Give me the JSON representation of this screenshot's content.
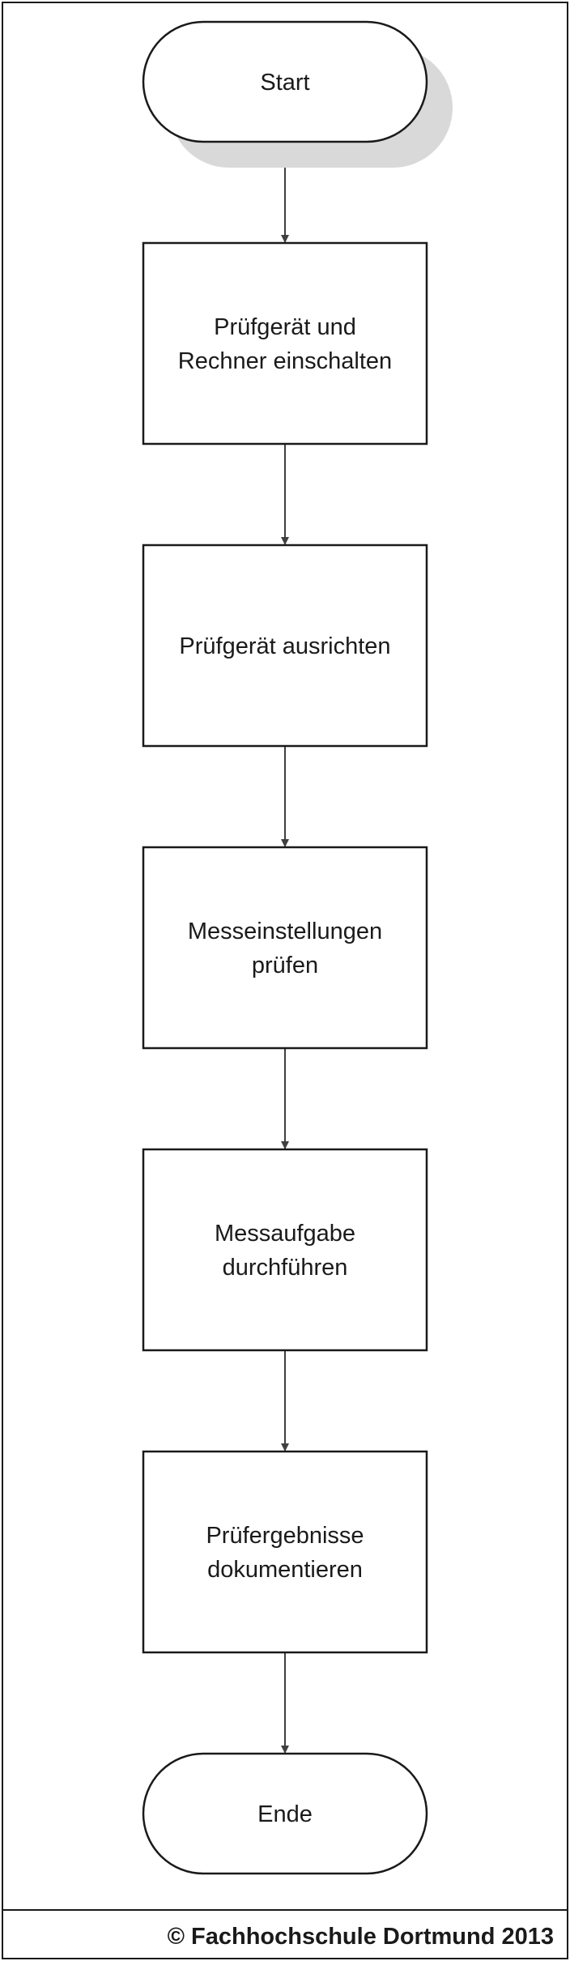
{
  "flowchart": {
    "nodes": [
      {
        "id": "start",
        "shape": "terminator",
        "lines": [
          "Start"
        ],
        "shadow": true
      },
      {
        "id": "step-1",
        "shape": "process",
        "lines": [
          "Prüfgerät und",
          "Rechner einschalten"
        ]
      },
      {
        "id": "step-2",
        "shape": "process",
        "lines": [
          "Prüfgerät ausrichten"
        ]
      },
      {
        "id": "step-3",
        "shape": "process",
        "lines": [
          "Messeinstellungen",
          "prüfen"
        ]
      },
      {
        "id": "step-4",
        "shape": "process",
        "lines": [
          "Messaufgabe",
          "durchführen"
        ]
      },
      {
        "id": "step-5",
        "shape": "process",
        "lines": [
          "Prüfergebnisse",
          "dokumentieren"
        ]
      },
      {
        "id": "end",
        "shape": "terminator",
        "lines": [
          "Ende"
        ]
      }
    ],
    "edges": [
      {
        "from": "start",
        "to": "step-1"
      },
      {
        "from": "step-1",
        "to": "step-2"
      },
      {
        "from": "step-2",
        "to": "step-3"
      },
      {
        "from": "step-3",
        "to": "step-4"
      },
      {
        "from": "step-4",
        "to": "step-5"
      },
      {
        "from": "step-5",
        "to": "end"
      }
    ]
  },
  "footer": {
    "copyright": "© Fachhochschule Dortmund 2013"
  },
  "colors": {
    "stroke": "#1a1a1a",
    "shadow": "#d9d9d9",
    "fill": "#ffffff",
    "arrow": "#404040"
  }
}
